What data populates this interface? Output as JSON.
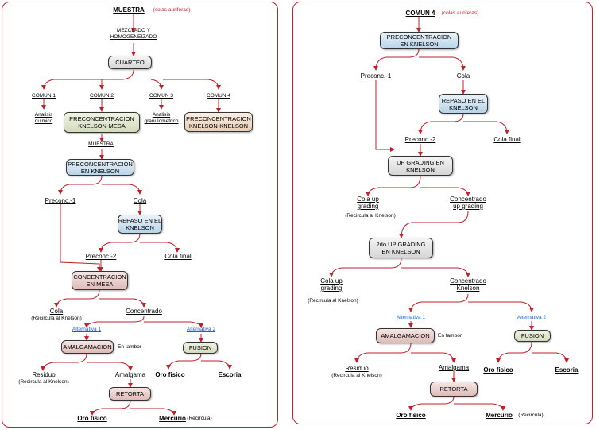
{
  "left": {
    "title": "MUESTRA",
    "title_note": "(colas auriferas)",
    "mix": "MEZCLADO Y\nHOMOGENEIZADO",
    "quartering": "CUARTEO",
    "c1": "COMUN 1",
    "c2": "COMUN 2",
    "c3": "COMUN 3",
    "c4": "COMUN 4",
    "chem": "Analisis\nquimico",
    "gran": "Analisis\ngranulometrico",
    "precon_mesa": "PRECONCENTRACION\nKNELSON-MESA",
    "precon_kk": "PRECONCENTRACION\nKNELSON-KNELSON",
    "muestra": "MUESTRA",
    "precon_knelson": "PRECONCENTRACION\nEN KNELSON",
    "precon1": "Preconc.-1",
    "cola": "Cola",
    "repaso": "REPASO EN EL\nKNELSON",
    "precon2": "Preconc.-2",
    "cola_final": "Cola final",
    "conc_mesa": "CONCENTRACION\nEN MESA",
    "cola2": "Cola",
    "cola2_note": "(Recircula al Knelson)",
    "concentrado": "Concentrado",
    "alt1": "Alternativa 1",
    "alt2": "Alternativa 2",
    "amalg": "AMALGAMACION",
    "tambor": "En tambor",
    "fusion": "FUSION",
    "residuo": "Residuo",
    "residuo_note": "(Recircula al Knelson)",
    "amalgama": "Amalgama",
    "oro1": "Oro fisico",
    "escoria": "Escoria",
    "retorta": "RETORTA",
    "oro2": "Oro fisico",
    "mercurio": "Mercurio",
    "mercurio_note": "(Recircula)"
  },
  "right": {
    "title": "COMUN 4",
    "title_note": "(colas auriferas)",
    "precon_knelson": "PRECONCENTRACION\nEN KNELSON",
    "precon1": "Preconc.-1",
    "cola": "Cola",
    "repaso": "REPASO EN EL\nKNELSON",
    "precon2": "Preconc.-2",
    "cola_final": "Cola final",
    "upgrading": "UP GRADING EN\nKNELSON",
    "cola_up": "Cola up\ngrading",
    "cola_up_note": "(Recircula al Knelson)",
    "conc_up": "Concentrado\nup grading",
    "upgrading2": "2do UP GRADING\nEN KNELSON",
    "cola_up2": "Cola up\ngrading",
    "cola_up2_note": "(Recircula al Knelson)",
    "conc_knelson": "Concentrado\nKnelson",
    "alt1": "Alternativa 1",
    "alt2": "Alternativa 2",
    "amalg": "AMALGAMACION",
    "tambor": "En tambor",
    "fusion": "FUSION",
    "residuo": "Residuo",
    "residuo_note": "(Recircula al Knelson)",
    "amalgama": "Amalgama",
    "oro1": "Oro fisico",
    "escoria": "Escoria",
    "retorta": "RETORTA",
    "oro2": "Oro fisico",
    "mercurio": "Mercurio",
    "mercurio_note": "(Recircula)"
  }
}
